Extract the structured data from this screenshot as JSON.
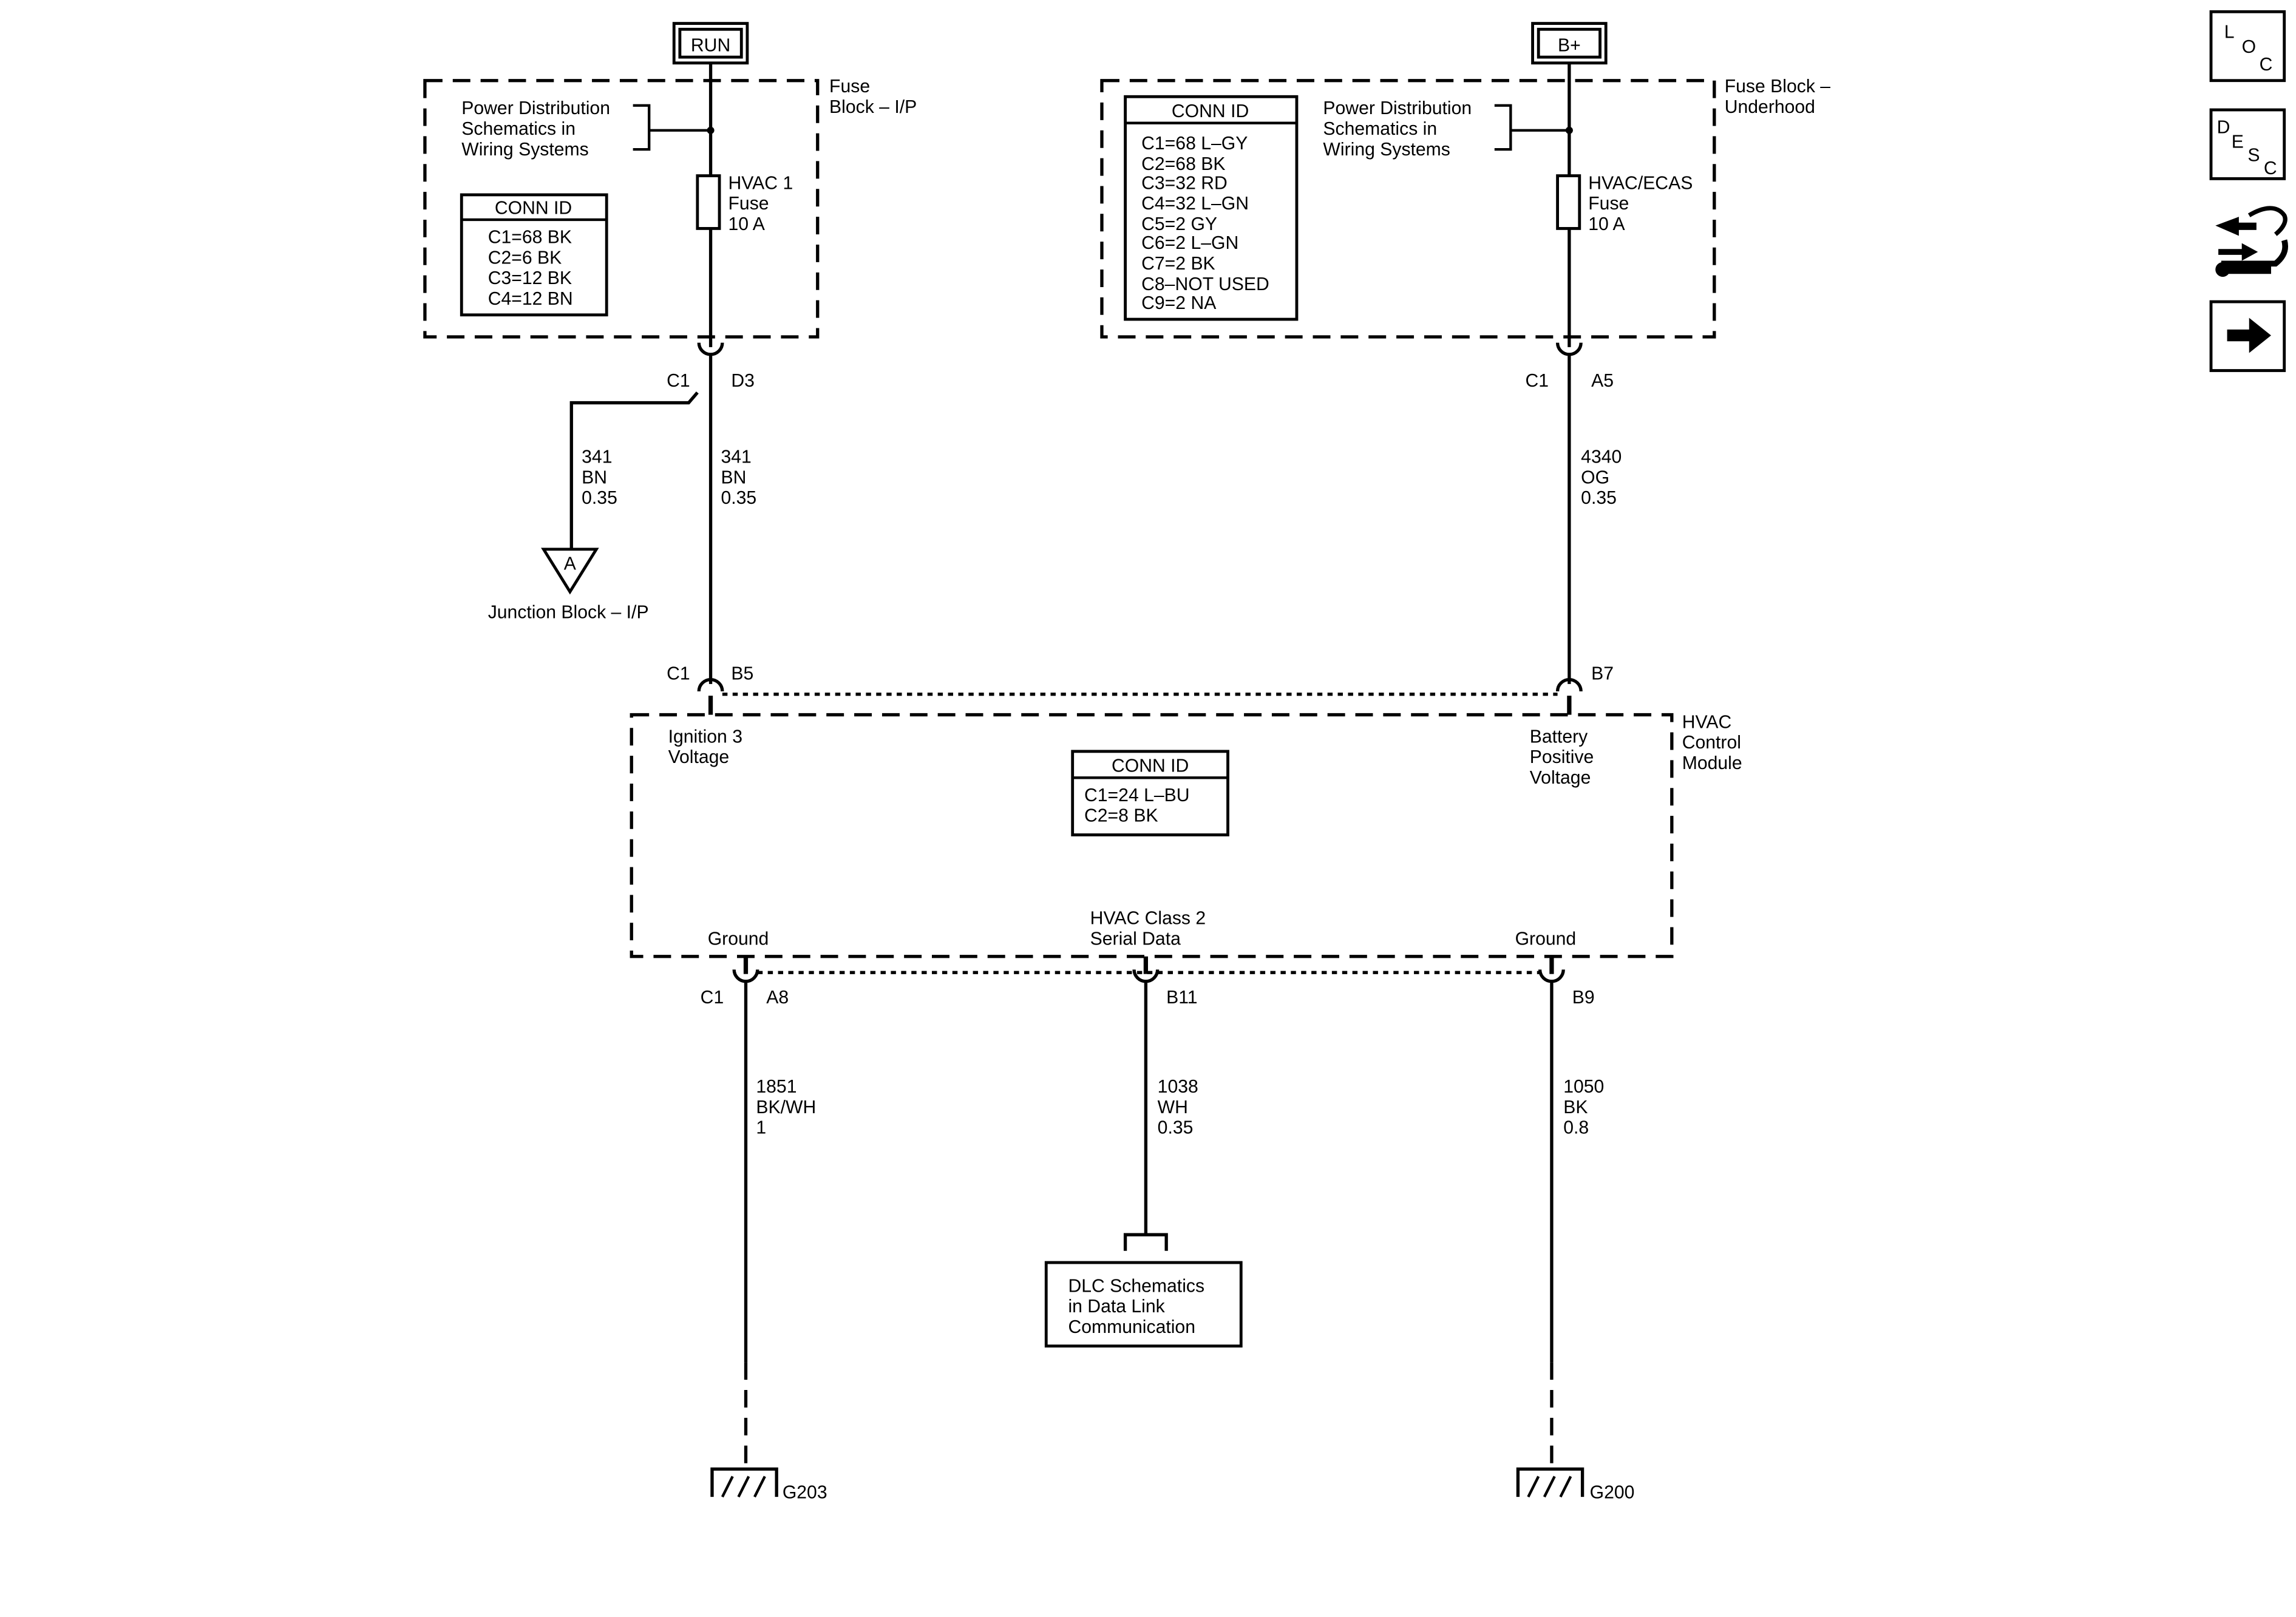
{
  "power_sources": {
    "run": "RUN",
    "batt": "B+"
  },
  "fuse_block_ip": {
    "title": [
      "Fuse",
      "Block – I/P"
    ],
    "ref": [
      "Power Distribution",
      "Schematics in",
      "Wiring Systems"
    ],
    "fuse": [
      "HVAC 1",
      "Fuse",
      "10 A"
    ],
    "conn_header": "CONN ID",
    "conn": [
      "C1=68 BK",
      "C2=6 BK",
      "C3=12 BK",
      "C4=12 BN"
    ]
  },
  "fuse_block_uh": {
    "title": [
      "Fuse Block –",
      "Underhood"
    ],
    "ref": [
      "Power Distribution",
      "Schematics in",
      "Wiring Systems"
    ],
    "fuse": [
      "HVAC/ECAS",
      "Fuse",
      "10 A"
    ],
    "conn_header": "CONN ID",
    "conn": [
      "C1=68 L–GY",
      "C2=68 BK",
      "C3=32 RD",
      "C4=32 L–GN",
      "C5=2 GY",
      "C6=2 L–GN",
      "C7=2 BK",
      "C8–NOT USED",
      "C9=2 NA"
    ]
  },
  "connectors": {
    "ip_out": {
      "conn": "C1",
      "pin": "D3"
    },
    "uh_out": {
      "conn": "C1",
      "pin": "A5"
    },
    "hvac_b5": {
      "conn": "C1",
      "pin": "B5"
    },
    "hvac_b7": {
      "pin": "B7"
    },
    "hvac_a8": {
      "conn": "C1",
      "pin": "A8"
    },
    "hvac_b11": {
      "pin": "B11"
    },
    "hvac_b9": {
      "pin": "B9"
    }
  },
  "wires": {
    "w341_junction": [
      "341",
      "BN",
      "0.35"
    ],
    "w341_main": [
      "341",
      "BN",
      "0.35"
    ],
    "w4340": [
      "4340",
      "OG",
      "0.35"
    ],
    "w1851": [
      "1851",
      "BK/WH",
      "1"
    ],
    "w1038": [
      "1038",
      "WH",
      "0.35"
    ],
    "w1050": [
      "1050",
      "BK",
      "0.8"
    ]
  },
  "junction": {
    "symbol": "A",
    "label": "Junction Block – I/P"
  },
  "hvac_module": {
    "title": [
      "HVAC",
      "Control",
      "Module"
    ],
    "ign": [
      "Ignition 3",
      "Voltage"
    ],
    "batt": [
      "Battery",
      "Positive",
      "Voltage"
    ],
    "conn_header": "CONN ID",
    "conn": [
      "C1=24 L–BU",
      "C2=8 BK"
    ],
    "ground_left": "Ground",
    "serial": [
      "HVAC Class 2",
      "Serial Data"
    ],
    "ground_right": "Ground"
  },
  "dlc": [
    "DLC Schematics",
    "in Data Link",
    "Communication"
  ],
  "grounds": {
    "left": "G203",
    "right": "G200"
  },
  "nav": {
    "loc": [
      "L",
      "O",
      "C"
    ],
    "desc": [
      "D",
      "E",
      "S",
      "C"
    ]
  }
}
